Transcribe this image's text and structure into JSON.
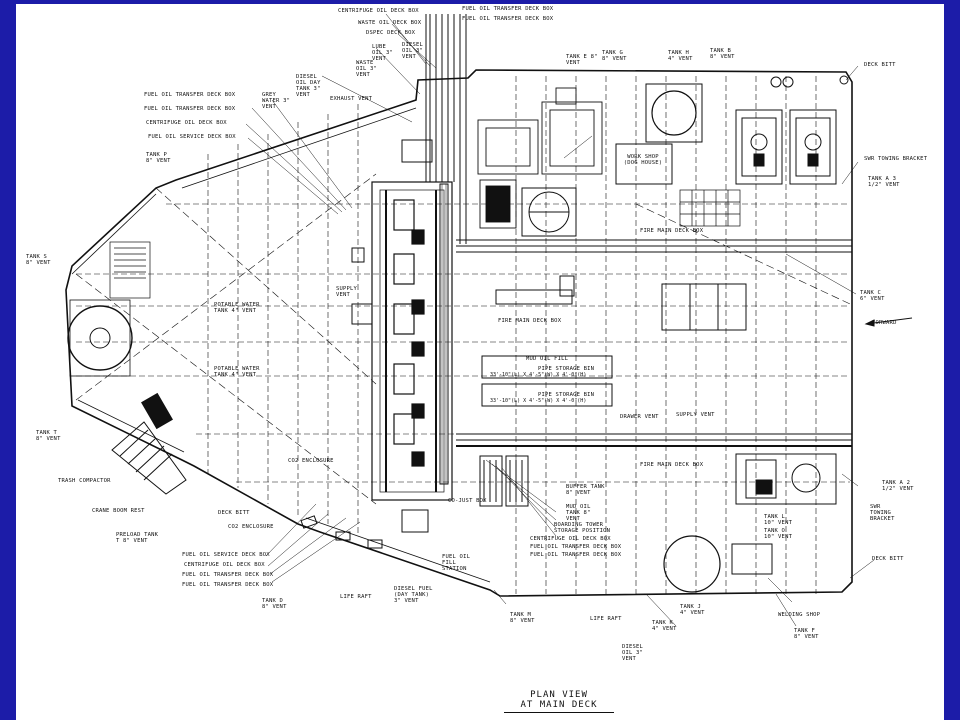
{
  "title": {
    "line1": "PLAN VIEW",
    "line2": "AT MAIN DECK"
  },
  "top_labels": {
    "centrifuge_oil": "CENTRIFUGE OIL DECK BOX",
    "waste_oil": "WASTE OIL DECK BOX",
    "dspec": "DSPEC DECK BOX",
    "fuel_oil_transfer_a": "FUEL OIL TRANSFER DECK BOX",
    "fuel_oil_transfer_b": "FUEL OIL TRANSFER DECK BOX",
    "lube_oil_vent": "LUBE OIL 3\" VENT",
    "diesel_oil_vent": "DIESEL OIL 3\" VENT",
    "diesel_oil_day_tank": "DIESEL OIL DAY TANK 3\" VENT",
    "grey_water": "GREY WATER 3\" VENT",
    "exhaust_vent": "EXHAUST VENT",
    "waste_oil_vent": "WASTE OIL 3\" VENT",
    "tank_e": "TANK E 8\" VENT",
    "tank_g": "TANK G 8\" VENT",
    "tank_h": "TANK H 4\" VENT",
    "tank_b": "TANK B 8\" VENT",
    "deck_bitt_tr": "DECK BITT"
  },
  "left_labels": {
    "fo_transfer_1": "FUEL OIL TRANSFER DECK BOX",
    "fo_transfer_2": "FUEL OIL TRANSFER DECK BOX",
    "centrifuge_1": "CENTRIFUGE OIL DECK BOX",
    "fo_service_1": "FUEL OIL SERVICE DECK BOX",
    "tank_p": "TANK P 8\" VENT",
    "tank_s": "TANK S 8\" VENT",
    "potable_1": "POTABLE WATER TANK 4\" VENT",
    "potable_2": "POTABLE WATER TANK 4\" VENT",
    "tank_t": "TANK T 8\" VENT",
    "trash_compactor": "TRASH COMPACTOR",
    "crane_boom": "CRANE BOOM REST",
    "preload_tank": "PRELOAD TANK T 8\" VENT",
    "co2_enclosure_1": "CO2 ENCLOSURE",
    "co2_enclosure_2": "CO2 ENCLOSURE",
    "deck_bitt_l": "DECK BITT"
  },
  "bottom_labels": {
    "fo_service_2": "FUEL OIL SERVICE DECK BOX",
    "centrifuge_2": "CENTRIFUGE OIL DECK BOX",
    "fo_transfer_3": "FUEL OIL TRANSFER DECK BOX",
    "fo_transfer_4": "FUEL OIL TRANSFER DECK BOX",
    "tank_d": "TANK D 8\" VENT",
    "life_raft_1": "LIFE RAFT",
    "diesel_fuel_day": "DIESEL FUEL (DAY TANK) 3\" VENT",
    "fuel_oil_fill": "FUEL OIL FILL STATION",
    "tank_m": "TANK M 8\" VENT",
    "life_raft_2": "LIFE RAFT",
    "diesel_oil_b": "DIESEL OIL 3\" VENT",
    "tank_k": "TANK K 4\" VENT",
    "tank_j": "TANK J 4\" VENT",
    "welding_shop": "WELDING SHOP",
    "tank_f": "TANK F 8\" VENT"
  },
  "center_labels": {
    "fire_main_1": "FIRE MAIN DECK BOX",
    "fire_main_2": "FIRE MAIN DECK BOX",
    "fire_main_3": "FIRE MAIN DECK BOX",
    "supply_vent": "SUPPLY VENT",
    "mud_oil_fill": "MUD OIL FILL",
    "pipe_storage_1": "PIPE STORAGE BIN",
    "pipe_storage_1_dim": "33'-10\"(L) X 4'-5\"(W) X 4'-0\"(H)",
    "pipe_storage_2": "PIPE STORAGE BIN",
    "pipe_storage_2_dim": "33'-10\"(L) X 4'-5\"(W) X 4'-0\"(H)",
    "work_shop": "WORK SHOP (DOG HOUSE)",
    "buffer_tank": "BUFFER TANK 8\" VENT",
    "mud_oil_tank": "MUD OIL TANK 8\" VENT",
    "boarding_tower": "BOARDING TOWER STORAGE POSITION",
    "centrifuge_3": "CENTRIFUGE OIL DECK BOX",
    "fo_transfer_5": "FUEL OIL TRANSFER DECK BOX",
    "fo_transfer_6": "FUEL OIL TRANSFER DECK BOX",
    "co_just_box": "CO-JUST BOX",
    "supply_vent_2": "SUPPLY VENT",
    "drawer": "DRAWER VENT"
  },
  "right_labels": {
    "tank_a_top": "TANK A 3 1/2\" VENT",
    "swing_towing": "SWR TOWING BRACKET",
    "tank_c": "TANK C 6\" VENT",
    "tank_a_bot": "TANK A 2 1/2\" VENT",
    "swing_towing_2": "SWR TOWING BRACKET",
    "deck_bitt_br": "DECK BITT",
    "tank_l": "TANK L 10\" VENT",
    "tank_o": "TANK O 10\" VENT",
    "forward": "FORWARD"
  },
  "colors": {
    "background": "#1c1ca8",
    "sheet": "#ffffff",
    "ink": "#111111"
  }
}
